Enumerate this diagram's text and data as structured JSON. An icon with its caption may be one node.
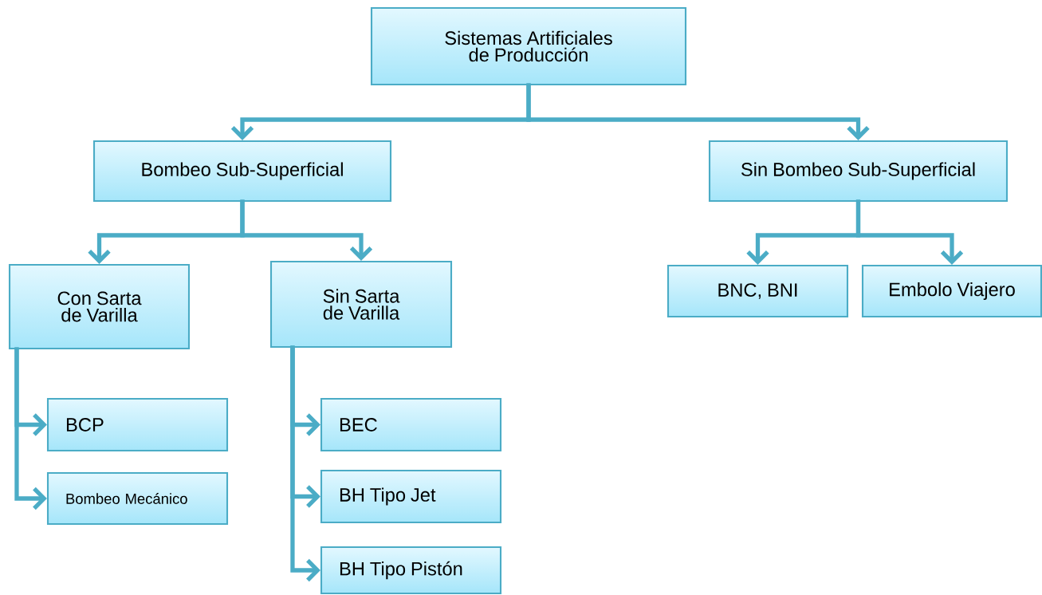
{
  "diagram": {
    "nodes": [
      {
        "text": [
          "Sistemas Artificiales de Producción"
        ]
      },
      {
        "text": [
          "Bombeo Sub-Superficial"
        ]
      },
      {
        "text": [
          "Sin Bombeo Sub-Superficial"
        ]
      },
      {
        "text": [
          "Con Sarta de Varilla"
        ]
      },
      {
        "text": [
          "Sin Sarta de Varilla"
        ]
      },
      {
        "text": [
          "BNC, BNI"
        ]
      },
      {
        "text": [
          "Embolo Viajero"
        ]
      },
      {
        "text": [
          "BCP"
        ]
      },
      {
        "text": [
          "Bombeo Mecánico"
        ]
      },
      {
        "text": [
          "BEC"
        ]
      },
      {
        "text": [
          "BH Tipo Jet"
        ]
      },
      {
        "text": [
          "BH Tipo Pistón"
        ]
      }
    ],
    "edges": [
      {
        "from": 0,
        "to": 1,
        "arrow": "to"
      },
      {
        "from": 0,
        "to": 2,
        "arrow": "to"
      },
      {
        "from": 1,
        "to": 3,
        "arrow": "to"
      },
      {
        "from": 1,
        "to": 4,
        "arrow": "to"
      },
      {
        "from": 2,
        "to": 5,
        "arrow": "to"
      },
      {
        "from": 2,
        "to": 6,
        "arrow": "to"
      },
      {
        "from": 3,
        "to": 7,
        "arrow": "to"
      },
      {
        "from": 3,
        "to": 8,
        "arrow": "to"
      },
      {
        "from": 4,
        "to": 9,
        "arrow": "to"
      },
      {
        "from": 4,
        "to": 10,
        "arrow": "to"
      },
      {
        "from": 4,
        "to": 11,
        "arrow": "to"
      }
    ]
  }
}
